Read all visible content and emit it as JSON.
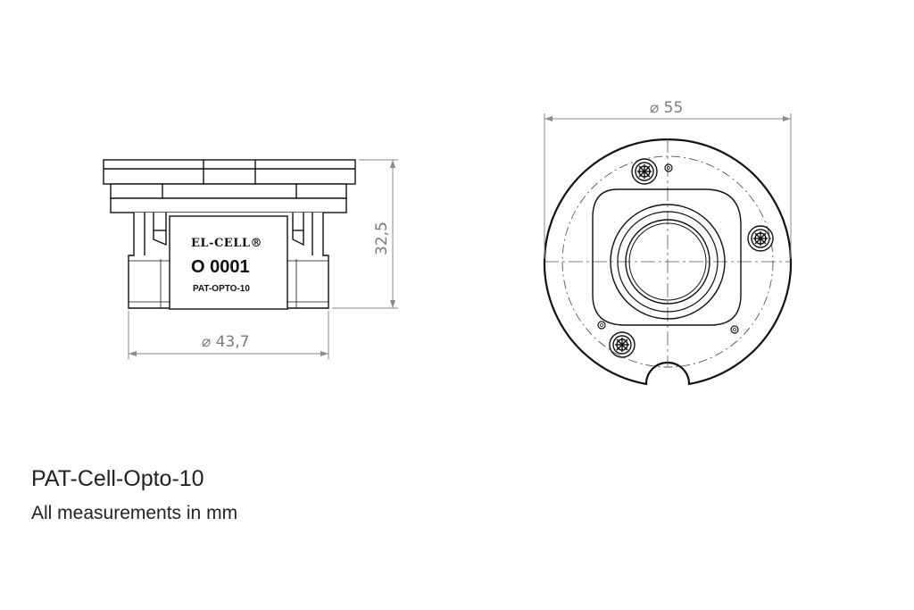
{
  "part_label": {
    "brand": "EL-CELL®",
    "code": "O 0001",
    "model": "PAT-OPTO-10"
  },
  "dimensions": {
    "height": "32,5",
    "side_diameter": "⌀ 43,7",
    "top_diameter": "⌀ 55"
  },
  "caption": {
    "title": "PAT-Cell-Opto-10",
    "note": "All measurements in mm"
  },
  "colors": {
    "line": "#111111",
    "dimension": "#7a7a7a"
  }
}
